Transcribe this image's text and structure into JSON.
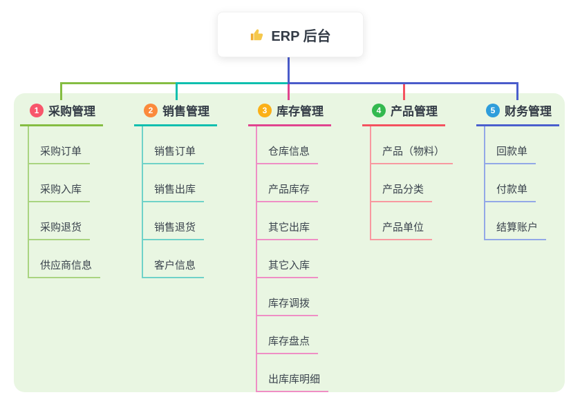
{
  "root": {
    "icon_name": "thumbs-up",
    "title": "ERP 后台"
  },
  "colors": {
    "page_bg": "#ffffff",
    "panel_bg": "#e9f6e2",
    "card_bg": "#ffffff",
    "text": "#333b46",
    "root_line": "#4a5bca",
    "thumb_icon": "#f5bf42"
  },
  "branches": [
    {
      "number": "1",
      "title": "采购管理",
      "badge_color": "#f8566b",
      "line_color": "#85bd42",
      "child_line_color": "#a9d480",
      "children": [
        "采购订单",
        "采购入库",
        "采购退货",
        "供应商信息"
      ]
    },
    {
      "number": "2",
      "title": "销售管理",
      "badge_color": "#fb8a3c",
      "line_color": "#0ebfae",
      "child_line_color": "#6fd2c8",
      "children": [
        "销售订单",
        "销售出库",
        "销售退货",
        "客户信息"
      ]
    },
    {
      "number": "3",
      "title": "库存管理",
      "badge_color": "#fbb017",
      "line_color": "#e0448f",
      "child_line_color": "#ef8ec5",
      "children": [
        "仓库信息",
        "产品库存",
        "其它出库",
        "其它入库",
        "库存调拨",
        "库存盘点",
        "出库库明细"
      ]
    },
    {
      "number": "4",
      "title": "产品管理",
      "badge_color": "#33b94f",
      "line_color": "#f4525f",
      "child_line_color": "#f899a0",
      "children": [
        "产品（物料）",
        "产品分类",
        "产品单位"
      ]
    },
    {
      "number": "5",
      "title": "财务管理",
      "badge_color": "#2e9ddb",
      "line_color": "#4a5fcd",
      "child_line_color": "#92a8e7",
      "children": [
        "回款单",
        "付款单",
        "结算账户"
      ]
    }
  ]
}
